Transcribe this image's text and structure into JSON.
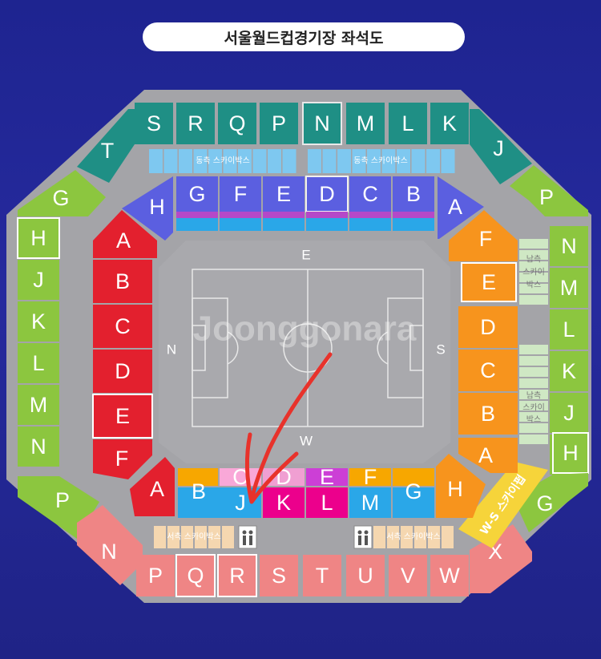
{
  "title": "서울월드컵경기장 좌석도",
  "watermark": "Joonggonara",
  "pitch": {
    "north": "N",
    "south": "S",
    "east": "E",
    "west": "W"
  },
  "outer": {
    "top": [
      "S",
      "R",
      "Q",
      "P",
      "N",
      "M",
      "L",
      "K"
    ],
    "top_left": "T",
    "top_right": "J",
    "left": [
      "G",
      "H",
      "J",
      "K",
      "L",
      "M",
      "N",
      "P"
    ],
    "right": [
      "P",
      "N",
      "M",
      "L",
      "K",
      "J",
      "H",
      "G"
    ],
    "bottom_left": "N",
    "bottom": [
      "P",
      "Q",
      "R",
      "S",
      "T",
      "U",
      "V",
      "W"
    ],
    "bottom_right": "X"
  },
  "inner": {
    "top_corner_left": "H",
    "top": [
      "G",
      "F",
      "E",
      "D",
      "C",
      "B"
    ],
    "top_corner_right": "A",
    "left": [
      "A",
      "B",
      "C",
      "D",
      "E",
      "F"
    ],
    "right": [
      "F",
      "E",
      "D",
      "C",
      "B",
      "A"
    ],
    "bottom_corner_left": "A",
    "bottom_corner_right": "H",
    "bottom_upper": [
      "C",
      "D",
      "E",
      "F"
    ],
    "bottom_lower": [
      "B",
      "J",
      "K",
      "L",
      "M",
      "G"
    ]
  },
  "skybox": {
    "east_left": "동측 스카이박스",
    "east_right": "동측 스카이박스",
    "south_upper": "남측 스카이 박스",
    "south_lower": "남측 스카이 박스",
    "west_left": "서측 스카이박스",
    "west_right": "서측 스카이박스",
    "ws": "W-S 스카이펍"
  },
  "colors": {
    "background": "#2126a0",
    "stadium": "#a4a4a8",
    "outer_top": "#1f8f85",
    "outer_side": "#8cc63f",
    "outer_bottom": "#ef8585",
    "inner_top": "#5b5fe0",
    "inner_left": "#e3202e",
    "inner_right": "#f7941d",
    "inner_bottom_blue": "#2aa7e8",
    "inner_bottom_magenta": "#ec008c",
    "skybox_blue": "#7ec8f0",
    "skybox_green": "#cfe8c4",
    "skybox_peach": "#f5d7b0",
    "ws_pub": "#f6d43a",
    "annotation_arrow": "#e8322b"
  }
}
